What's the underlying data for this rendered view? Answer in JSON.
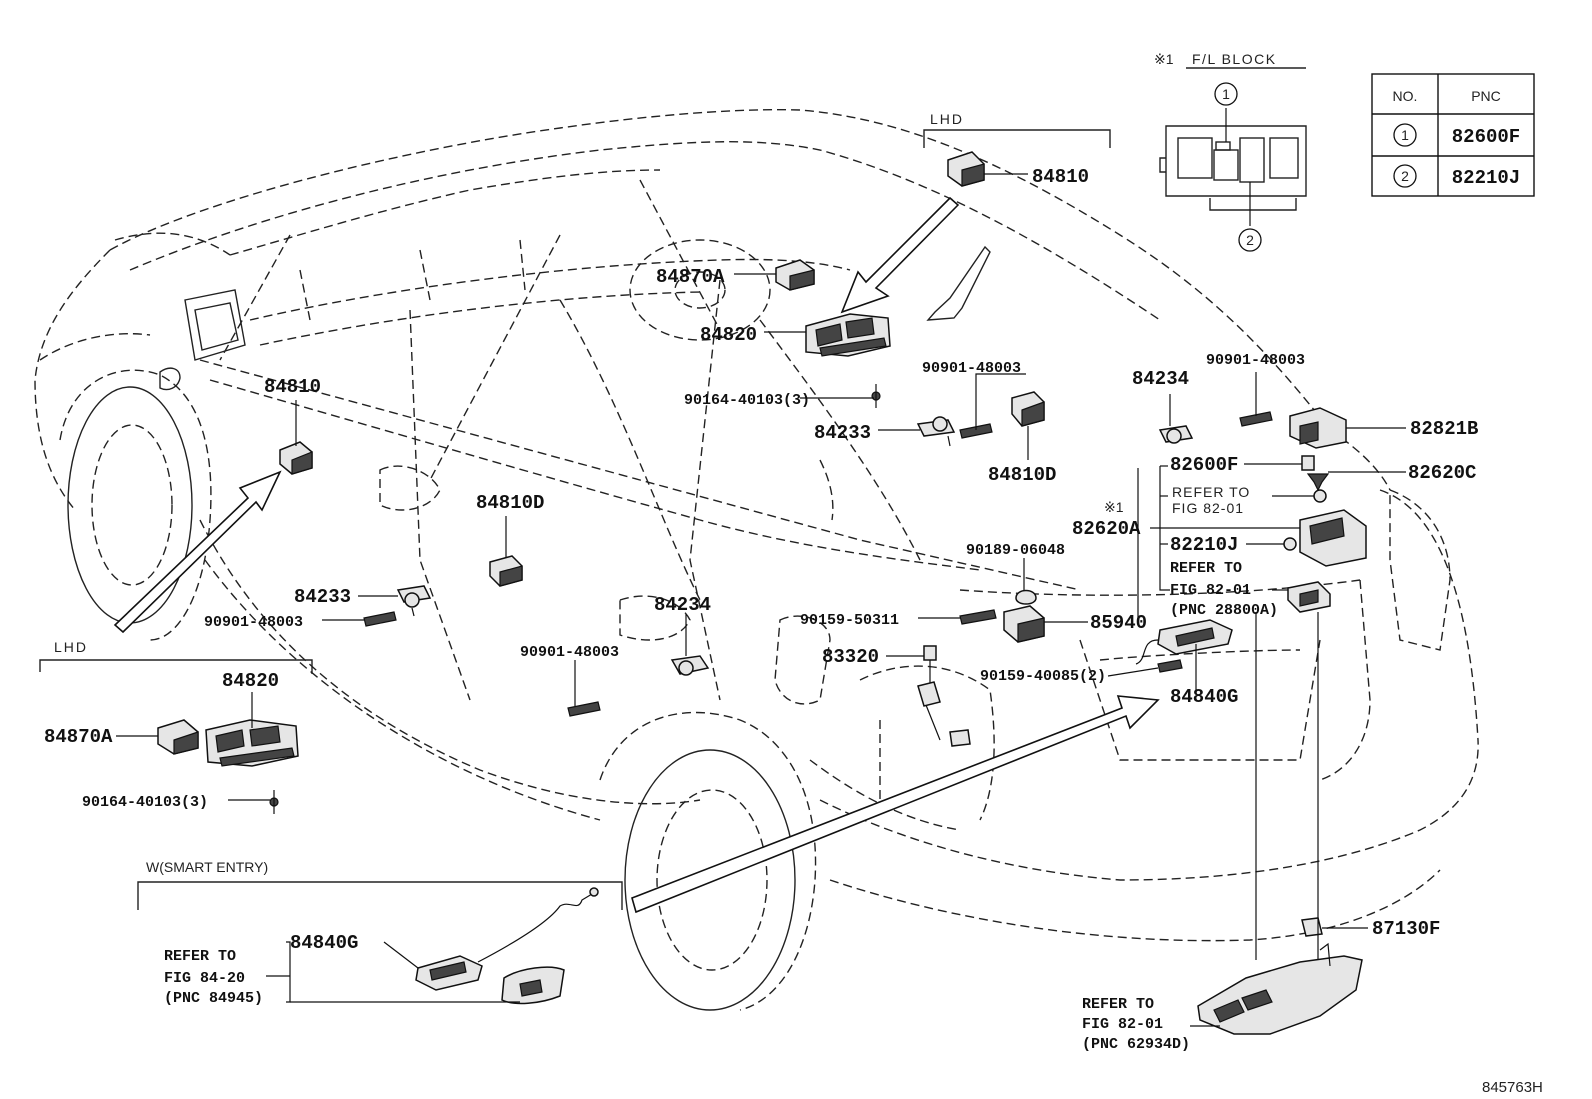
{
  "header": {
    "fl_mark": "※1",
    "fl_title": "F/L BLOCK"
  },
  "table": {
    "headers": [
      "NO.",
      "PNC"
    ],
    "rows": [
      {
        "no": "1",
        "pnc": "82600F"
      },
      {
        "no": "2",
        "pnc": "82210J"
      }
    ]
  },
  "fl_block_callouts": [
    "1",
    "2"
  ],
  "sections": {
    "lhd_top": "LHD",
    "lhd_left": "LHD",
    "smart_entry": "W(SMART ENTRY)"
  },
  "labels": {
    "p84810_top": "84810",
    "p84870A_top": "84870A",
    "p84820_top": "84820",
    "p90901_48003_a": "90901-48003",
    "p90164_40103_a": "90164-40103(3)",
    "p84233_a": "84233",
    "p84810D_a": "84810D",
    "p84810_left": "84810",
    "p84810D_b": "84810D",
    "p84233_b": "84233",
    "p90901_48003_b": "90901-48003",
    "p84234_a": "84234",
    "p90901_48003_c": "90901-48003",
    "p84820_left": "84820",
    "p84870A_left": "84870A",
    "p90164_40103_b": "90164-40103(3)",
    "p84234_b": "84234",
    "p90901_48003_d": "90901-48003",
    "p82821B": "82821B",
    "p82600F": "82600F",
    "p82620C": "82620C",
    "refer1_a": "REFER TO",
    "refer1_b": "FIG 82-01",
    "mark_a": "※1",
    "p82620A": "82620A",
    "p82210J": "82210J",
    "refer2_a": "REFER TO",
    "refer2_b": "FIG 82-01",
    "refer2_c": "(PNC 28800A)",
    "p90189_06048": "90189-06048",
    "p90159_50311": "90159-50311",
    "p85940": "85940",
    "p83320": "83320",
    "p90159_40085": "90159-40085(2)",
    "p84840G_a": "84840G",
    "p84840G_b": "84840G",
    "refer3_a": "REFER TO",
    "refer3_b": "FIG 84-20",
    "refer3_c": "(PNC 84945)",
    "p87130F": "87130F",
    "refer4_a": "REFER TO",
    "refer4_b": "FIG 82-01",
    "refer4_c": "(PNC 62934D)",
    "illust_id": "845763H"
  }
}
